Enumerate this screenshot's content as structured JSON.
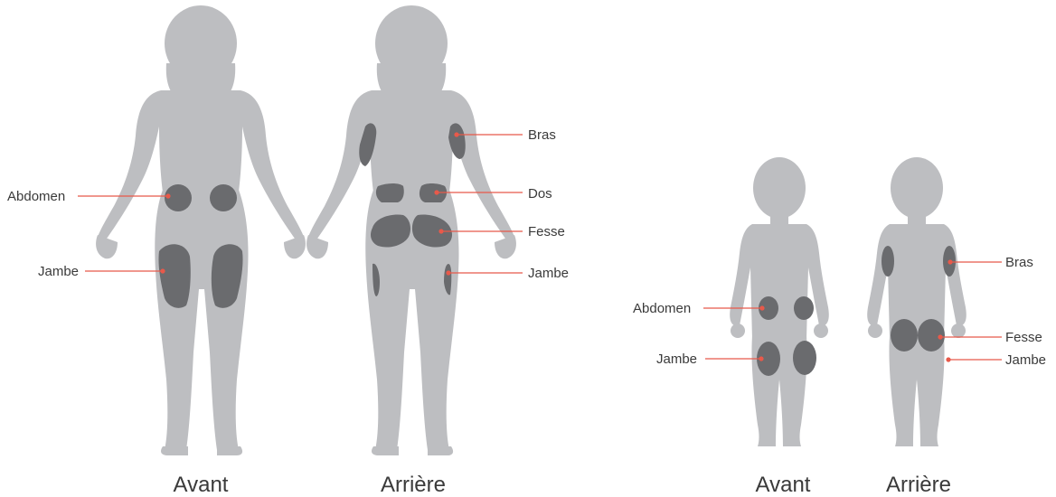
{
  "colors": {
    "silhouette": "#bdbec1",
    "injection_site": "#6a6b6e",
    "leader_line": "#e8594a",
    "text": "#3a3a3a"
  },
  "adult": {
    "front": {
      "caption": "Avant",
      "labels": {
        "abdomen": "Abdomen",
        "leg": "Jambe"
      }
    },
    "back": {
      "caption": "Arrière",
      "labels": {
        "arm": "Bras",
        "back": "Dos",
        "buttock": "Fesse",
        "leg": "Jambe"
      }
    }
  },
  "child": {
    "front": {
      "caption": "Avant",
      "labels": {
        "abdomen": "Abdomen",
        "leg": "Jambe"
      }
    },
    "back": {
      "caption": "Arrière",
      "labels": {
        "arm": "Bras",
        "buttock": "Fesse",
        "leg": "Jambe"
      }
    }
  }
}
